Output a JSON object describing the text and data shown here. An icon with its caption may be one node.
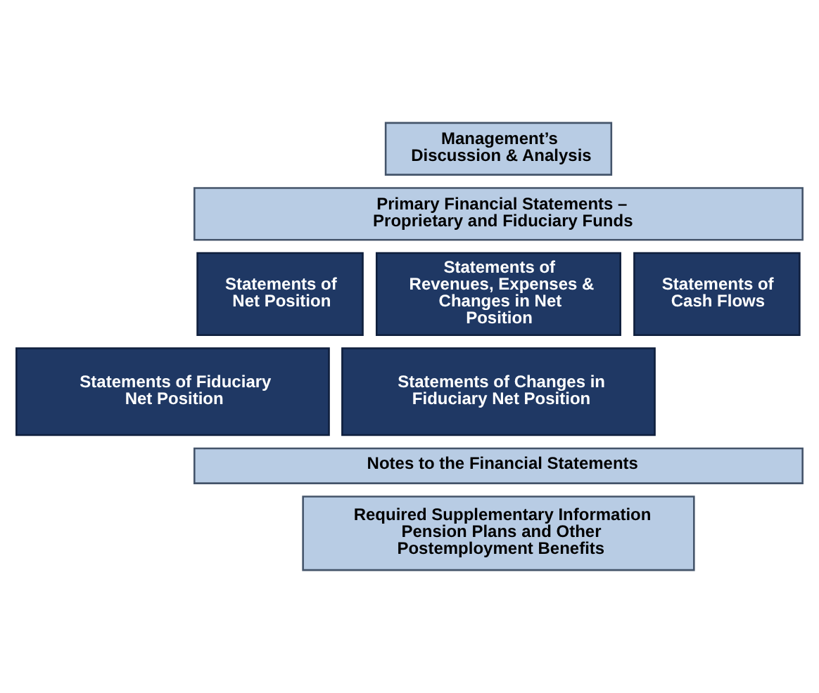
{
  "diagram": {
    "nodes": [
      {
        "text": [
          "Management’s Discussion & Analysis"
        ]
      },
      {
        "text": [
          "Primary Financial Statements – Proprietary and Fiduciary Funds"
        ]
      },
      {
        "text": [
          "Statements of Net Position"
        ]
      },
      {
        "text": [
          "Statements of Revenues, Expenses & Changes in Net Position"
        ]
      },
      {
        "text": [
          "Statements of Cash Flows"
        ]
      },
      {
        "text": [
          "Statements of Fiduciary Net Position"
        ]
      },
      {
        "text": [
          "Statements of Changes in Fiduciary Net Position"
        ]
      },
      {
        "text": [
          "Notes to the Financial Statements"
        ]
      },
      {
        "text": [
          "Required Supplementary Information Pension Plans and Other Postemployment Benefits"
        ]
      }
    ],
    "edges": []
  }
}
